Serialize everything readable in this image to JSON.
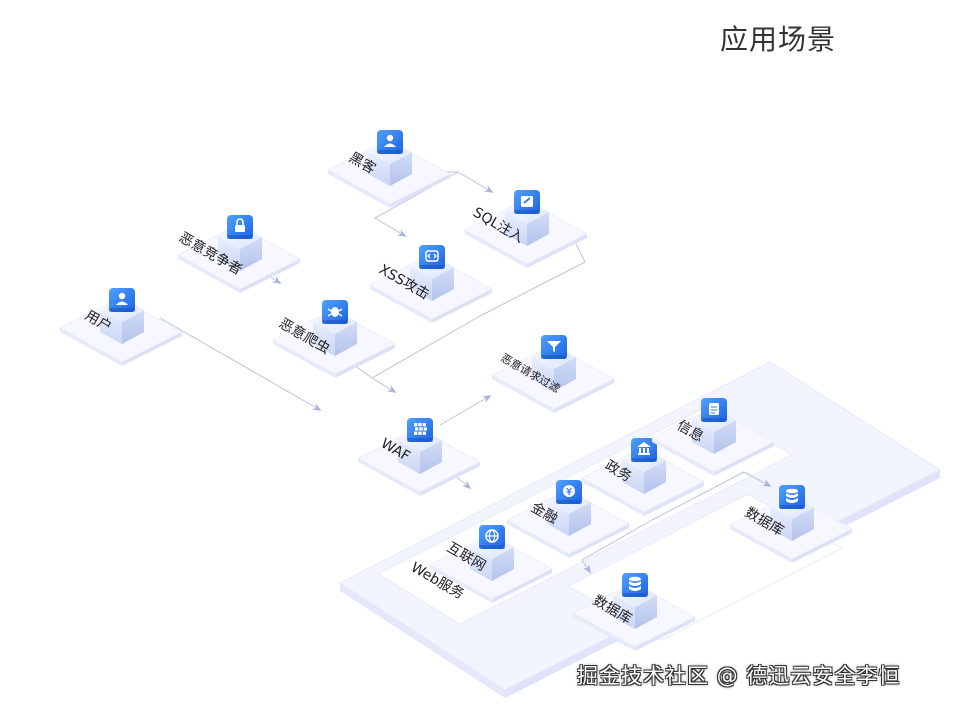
{
  "title": "应用场景",
  "nodes": {
    "hacker": {
      "label": "黑客",
      "icon": "user-icon"
    },
    "sql_injection": {
      "label": "SQL注入",
      "icon": "injection-icon"
    },
    "xss_attack": {
      "label": "XSS攻击",
      "icon": "code-icon"
    },
    "malicious_competitor": {
      "label": "恶意竞争者",
      "icon": "lock-icon"
    },
    "malicious_crawler": {
      "label": "恶意爬虫",
      "icon": "bug-icon"
    },
    "user": {
      "label": "用户",
      "icon": "user-icon"
    },
    "request_filter": {
      "label": "恶意请求过滤",
      "icon": "filter-icon"
    },
    "waf": {
      "label": "WAF",
      "icon": "firewall-icon"
    },
    "internet": {
      "label": "互联网",
      "icon": "globe-icon"
    },
    "finance": {
      "label": "金融",
      "icon": "coin-icon"
    },
    "government": {
      "label": "政务",
      "icon": "building-icon"
    },
    "information": {
      "label": "信息",
      "icon": "document-icon"
    },
    "database_1": {
      "label": "数据库",
      "icon": "database-icon"
    },
    "database_2": {
      "label": "数据库",
      "icon": "database-icon"
    }
  },
  "web_service_label": "Web服务",
  "watermark": "掘金技术社区 @ 德迅云安全李恒",
  "colors": {
    "icon_blue": "#2f7ff2",
    "platform": "#eef0fd",
    "line": "#b9bfcf"
  }
}
